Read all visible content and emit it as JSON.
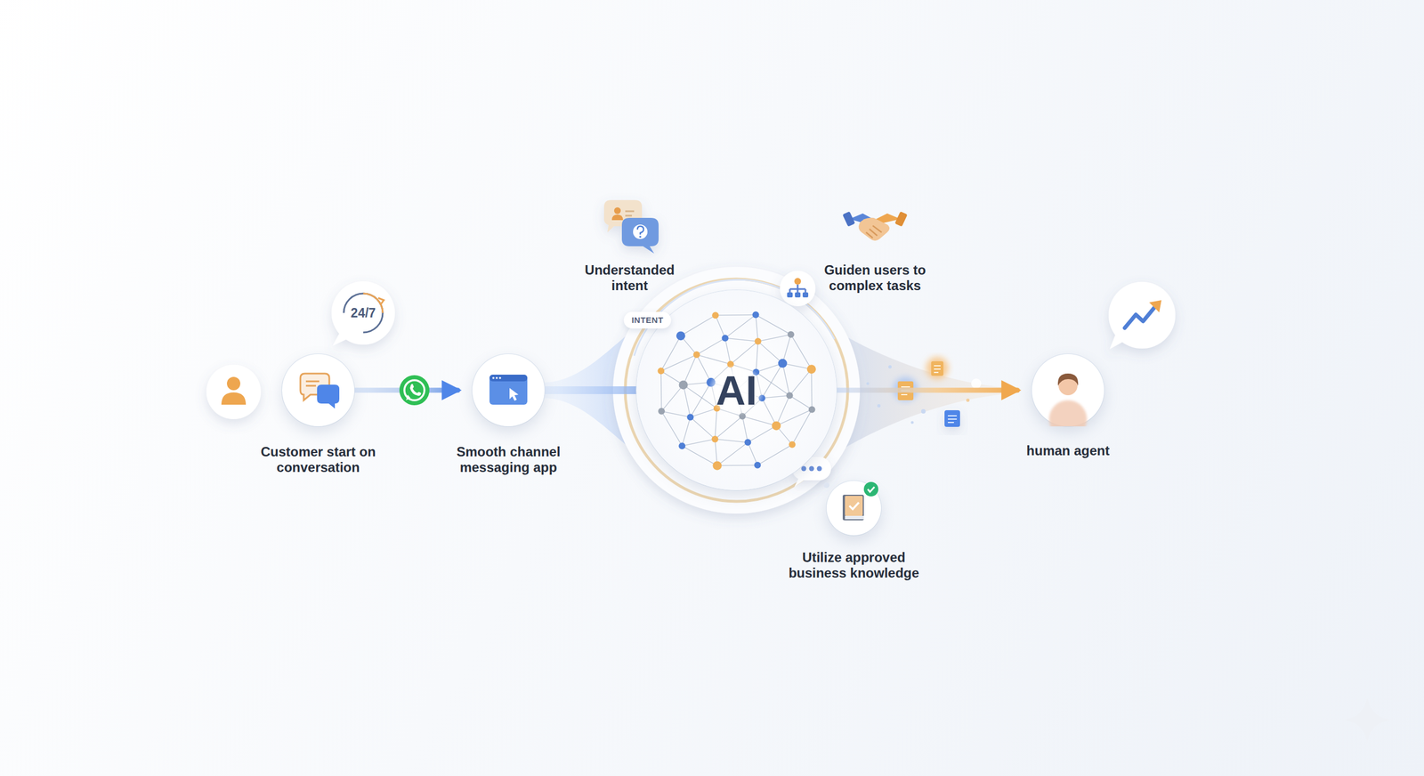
{
  "diagram": {
    "nodes": [
      {
        "text": [
          "Customer start on conversation"
        ]
      },
      {
        "text": [
          "Smooth channel messaging app"
        ]
      },
      {
        "text": [
          "AI"
        ]
      },
      {
        "text": [
          "Utilize approved business knowledge"
        ]
      },
      {
        "text": [
          "human agent"
        ]
      }
    ],
    "edges": [
      {
        "from": 0,
        "to": 1,
        "arrow": "to"
      },
      {
        "from": 1,
        "to": 2,
        "arrow": "none"
      },
      {
        "from": 2,
        "to": 4,
        "arrow": "to"
      }
    ],
    "labels": [
      "24/7",
      "Understanded intent",
      "INTENT",
      "Guiden users to complex tasks"
    ]
  }
}
